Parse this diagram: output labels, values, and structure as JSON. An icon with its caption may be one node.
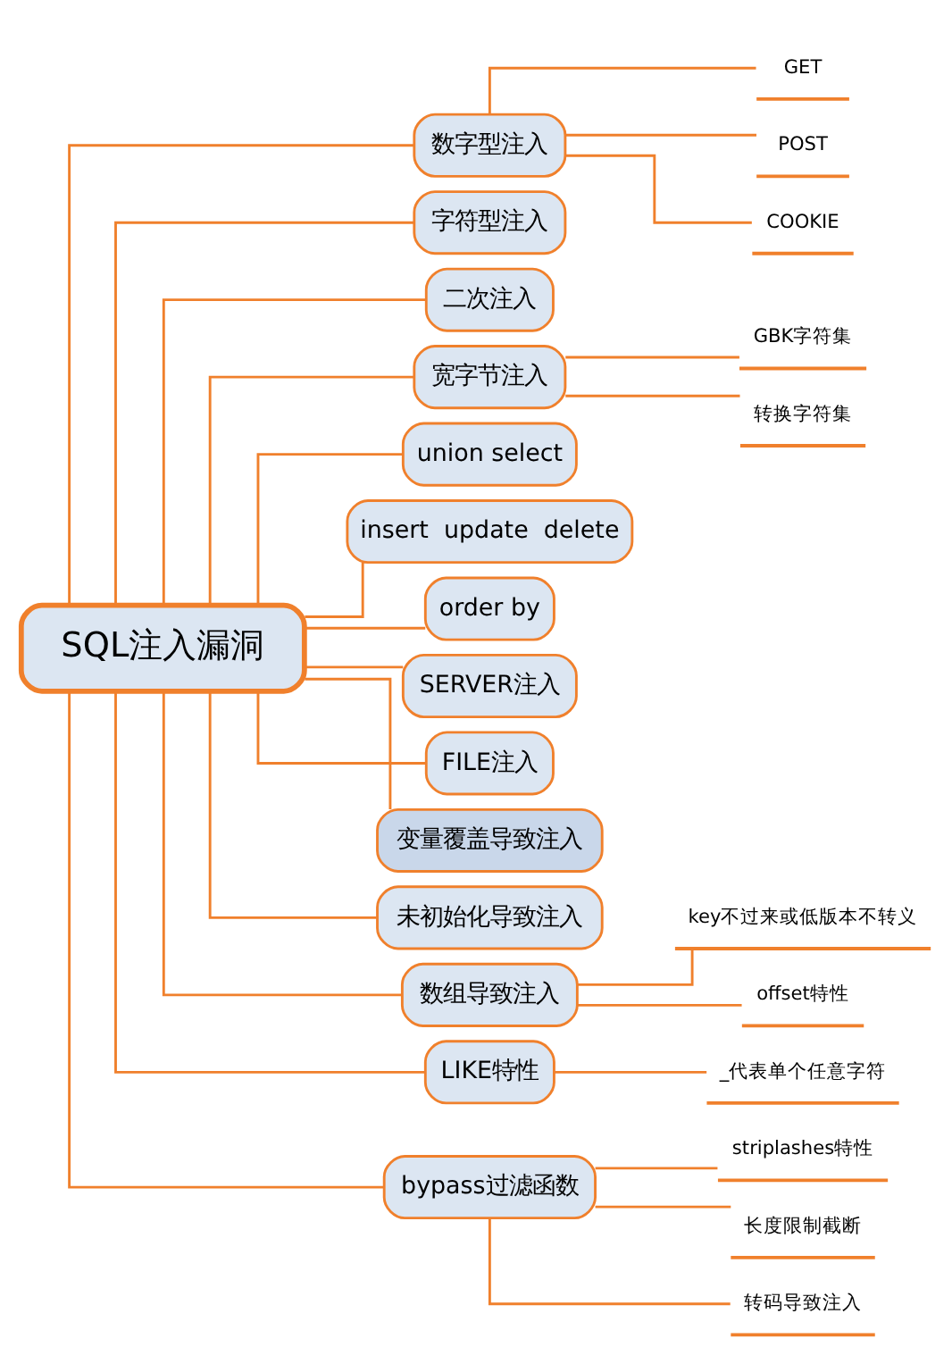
{
  "diagram": {
    "nodes": [
      {
        "text": [
          "SQL注入漏洞"
        ]
      },
      {
        "text": [
          "数字型注入"
        ]
      },
      {
        "text": [
          "GET"
        ]
      },
      {
        "text": [
          "POST"
        ]
      },
      {
        "text": [
          "COOKIE"
        ]
      },
      {
        "text": [
          "字符型注入"
        ]
      },
      {
        "text": [
          "二次注入"
        ]
      },
      {
        "text": [
          "宽字节注入"
        ]
      },
      {
        "text": [
          "GBK字符集"
        ]
      },
      {
        "text": [
          "转换字符集"
        ]
      },
      {
        "text": [
          "union select"
        ]
      },
      {
        "text": [
          "insert  update  delete"
        ]
      },
      {
        "text": [
          "order by"
        ]
      },
      {
        "text": [
          "SERVER注入"
        ]
      },
      {
        "text": [
          "FILE注入"
        ]
      },
      {
        "text": [
          "变量覆盖导致注入"
        ]
      },
      {
        "text": [
          "未初始化导致注入"
        ]
      },
      {
        "text": [
          "数组导致注入"
        ]
      },
      {
        "text": [
          "key不过来或低版本不转义"
        ]
      },
      {
        "text": [
          "offset特性"
        ]
      },
      {
        "text": [
          "LIKE特性"
        ]
      },
      {
        "text": [
          "_代表单个任意字符"
        ]
      },
      {
        "text": [
          "bypass过滤函数"
        ]
      },
      {
        "text": [
          "striplashes特性"
        ]
      },
      {
        "text": [
          "长度限制截断"
        ]
      },
      {
        "text": [
          "转码导致注入"
        ]
      }
    ],
    "edges": [
      {
        "from": 0,
        "to": 1,
        "arrow": "none"
      },
      {
        "from": 1,
        "to": 2,
        "arrow": "none"
      },
      {
        "from": 1,
        "to": 3,
        "arrow": "none"
      },
      {
        "from": 1,
        "to": 4,
        "arrow": "none"
      },
      {
        "from": 0,
        "to": 5,
        "arrow": "none"
      },
      {
        "from": 0,
        "to": 6,
        "arrow": "none"
      },
      {
        "from": 0,
        "to": 7,
        "arrow": "none"
      },
      {
        "from": 7,
        "to": 8,
        "arrow": "none"
      },
      {
        "from": 7,
        "to": 9,
        "arrow": "none"
      },
      {
        "from": 0,
        "to": 10,
        "arrow": "none"
      },
      {
        "from": 0,
        "to": 11,
        "arrow": "none"
      },
      {
        "from": 0,
        "to": 12,
        "arrow": "none"
      },
      {
        "from": 0,
        "to": 13,
        "arrow": "none"
      },
      {
        "from": 0,
        "to": 14,
        "arrow": "none"
      },
      {
        "from": 0,
        "to": 15,
        "arrow": "none"
      },
      {
        "from": 0,
        "to": 16,
        "arrow": "none"
      },
      {
        "from": 0,
        "to": 17,
        "arrow": "none"
      },
      {
        "from": 17,
        "to": 18,
        "arrow": "none"
      },
      {
        "from": 17,
        "to": 19,
        "arrow": "none"
      },
      {
        "from": 0,
        "to": 20,
        "arrow": "none"
      },
      {
        "from": 20,
        "to": 21,
        "arrow": "none"
      },
      {
        "from": 0,
        "to": 22,
        "arrow": "none"
      },
      {
        "from": 22,
        "to": 23,
        "arrow": "none"
      },
      {
        "from": 22,
        "to": 24,
        "arrow": "none"
      },
      {
        "from": 22,
        "to": 25,
        "arrow": "none"
      }
    ]
  }
}
